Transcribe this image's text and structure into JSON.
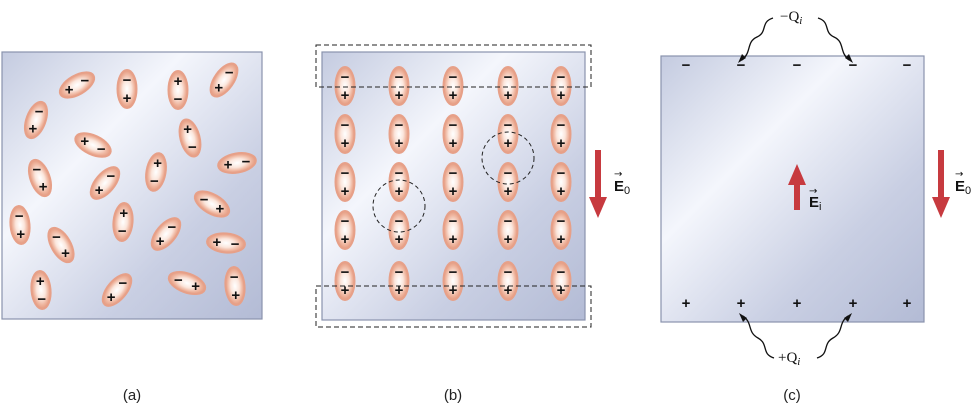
{
  "panels": {
    "a": {
      "caption": "(a)"
    },
    "b": {
      "caption": "(b)",
      "field_label": "E",
      "field_subscript": "0"
    },
    "c": {
      "caption": "(c)",
      "top_charge_label": "−Q",
      "top_charge_subscript": "i",
      "bottom_charge_label": "+Q",
      "bottom_charge_subscript": "i",
      "inner_field_label": "E",
      "inner_field_subscript": "i",
      "outer_field_label": "E",
      "outer_field_subscript": "0"
    }
  },
  "symbols": {
    "plus": "+",
    "minus": "−"
  },
  "colors": {
    "slab_light": "#f3f5fb",
    "slab_dark": "#b7bfd8",
    "slab_border": "#8a93ad",
    "dipole_glow": "#e9a28a",
    "field_arrow": "#c73a3f"
  },
  "surface_signs": {
    "top": [
      "−",
      "−",
      "−",
      "−",
      "−"
    ],
    "bottom": [
      "+",
      "+",
      "+",
      "+",
      "+"
    ]
  }
}
